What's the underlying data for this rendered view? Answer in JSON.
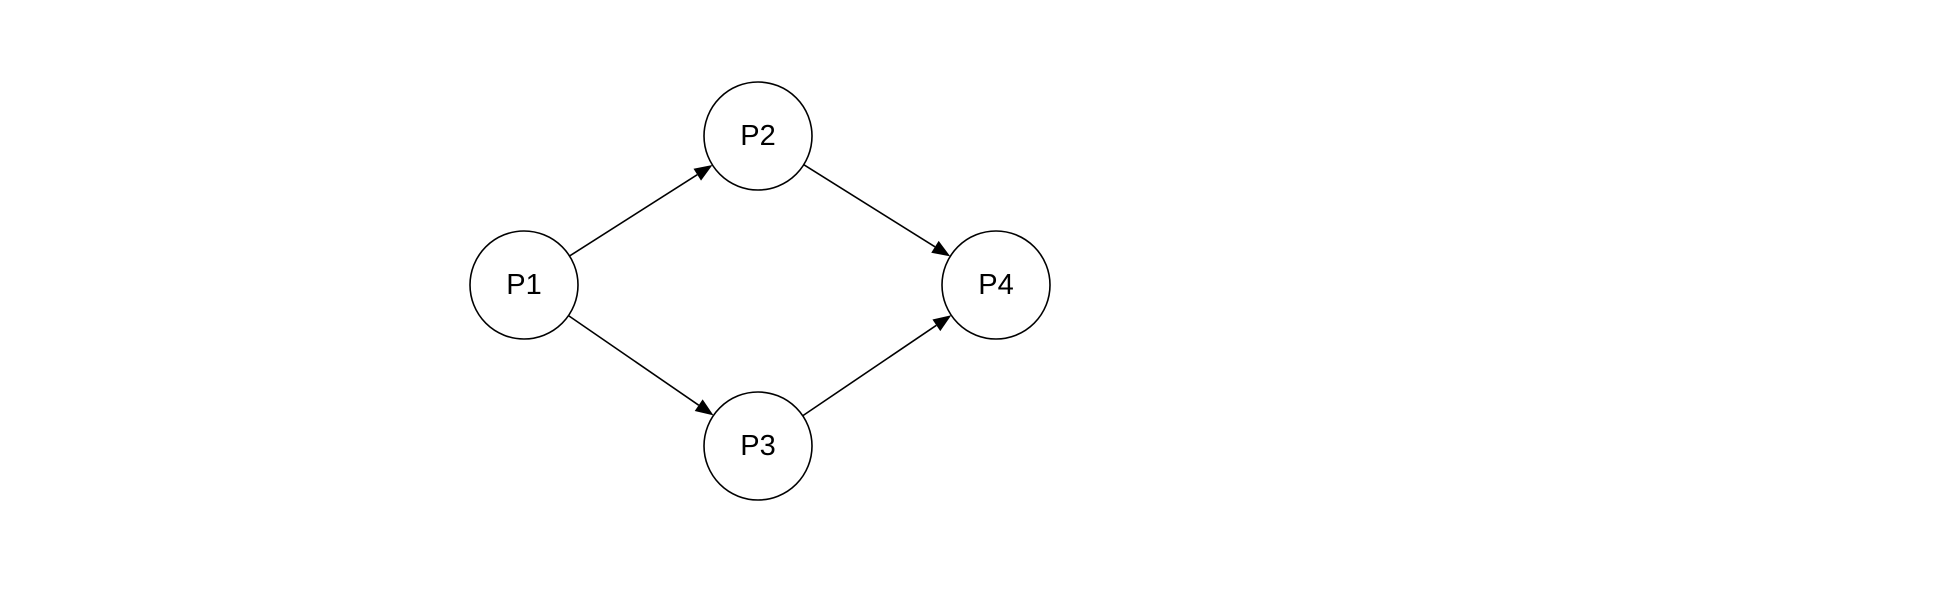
{
  "diagram": {
    "type": "directed-graph",
    "colors": {
      "stroke": "#000000",
      "node_fill": "#ffffff",
      "background": "#ffffff"
    },
    "nodes": [
      {
        "id": "P1",
        "label": "P1"
      },
      {
        "id": "P2",
        "label": "P2"
      },
      {
        "id": "P3",
        "label": "P3"
      },
      {
        "id": "P4",
        "label": "P4"
      }
    ],
    "edges": [
      {
        "from": "P1",
        "to": "P2"
      },
      {
        "from": "P1",
        "to": "P3"
      },
      {
        "from": "P2",
        "to": "P4"
      },
      {
        "from": "P3",
        "to": "P4"
      }
    ]
  }
}
